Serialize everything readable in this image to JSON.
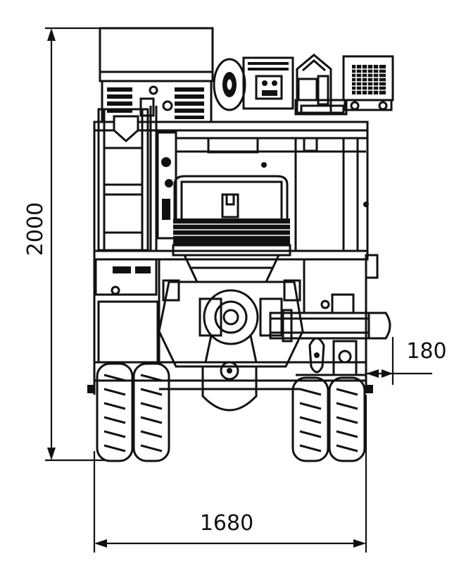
{
  "dimensions": {
    "height_label": "2000",
    "width_label": "1680",
    "offset_label": "180"
  }
}
